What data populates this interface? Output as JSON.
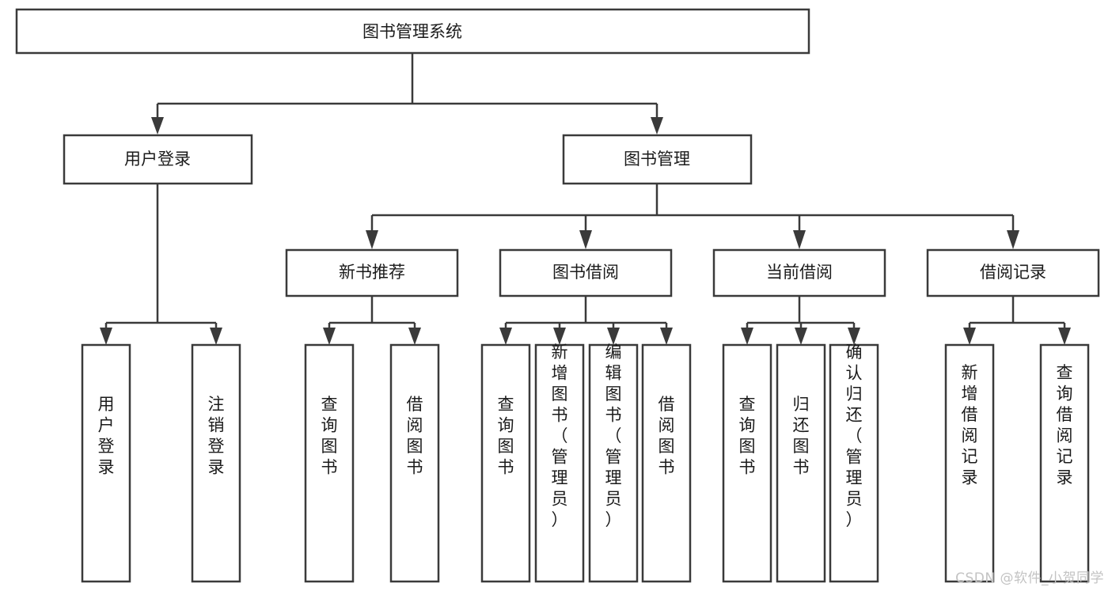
{
  "diagram": {
    "title": "图书管理系统",
    "type": "tree-hierarchy-chart",
    "colors": {
      "box_stroke": "#3a3a3a",
      "box_fill": "#ffffff",
      "text": "#1b1b1b",
      "watermark": "#c3c3c3"
    },
    "root": {
      "id": "root",
      "label": "图书管理系统",
      "orientation": "horizontal"
    },
    "level2": [
      {
        "id": "user-login",
        "label": "用户登录",
        "orientation": "horizontal"
      },
      {
        "id": "book-management",
        "label": "图书管理",
        "orientation": "horizontal"
      }
    ],
    "level3": [
      {
        "id": "new-book-recommend",
        "label": "新书推荐",
        "orientation": "horizontal",
        "parent": "book-management"
      },
      {
        "id": "book-borrow",
        "label": "图书借阅",
        "orientation": "horizontal",
        "parent": "book-management"
      },
      {
        "id": "current-borrow",
        "label": "当前借阅",
        "orientation": "horizontal",
        "parent": "book-management"
      },
      {
        "id": "borrow-record",
        "label": "借阅记录",
        "orientation": "horizontal",
        "parent": "book-management"
      }
    ],
    "leaves": [
      {
        "id": "leaf-user-login",
        "label": "用户登录",
        "orientation": "vertical",
        "parent": "user-login"
      },
      {
        "id": "leaf-user-logout",
        "label": "注销登录",
        "orientation": "vertical",
        "parent": "user-login"
      },
      {
        "id": "leaf-query-book-1",
        "label": "查询图书",
        "orientation": "vertical",
        "parent": "new-book-recommend"
      },
      {
        "id": "leaf-borrow-book-1",
        "label": "借阅图书",
        "orientation": "vertical",
        "parent": "new-book-recommend"
      },
      {
        "id": "leaf-query-book-2",
        "label": "查询图书",
        "orientation": "vertical",
        "parent": "book-borrow"
      },
      {
        "id": "leaf-add-book",
        "label": "新增图书（管理员）",
        "orientation": "vertical",
        "parent": "book-borrow"
      },
      {
        "id": "leaf-edit-book",
        "label": "编辑图书（管理员）",
        "orientation": "vertical",
        "parent": "book-borrow"
      },
      {
        "id": "leaf-borrow-book-2",
        "label": "借阅图书",
        "orientation": "vertical",
        "parent": "book-borrow"
      },
      {
        "id": "leaf-query-book-3",
        "label": "查询图书",
        "orientation": "vertical",
        "parent": "current-borrow"
      },
      {
        "id": "leaf-return-book",
        "label": "归还图书",
        "orientation": "vertical",
        "parent": "current-borrow"
      },
      {
        "id": "leaf-confirm-return",
        "label": "确认归还（管理员）",
        "orientation": "vertical",
        "parent": "current-borrow"
      },
      {
        "id": "leaf-add-record",
        "label": "新增借阅记录",
        "orientation": "vertical",
        "parent": "borrow-record"
      },
      {
        "id": "leaf-query-record",
        "label": "查询借阅记录",
        "orientation": "vertical",
        "parent": "borrow-record"
      }
    ],
    "watermark": "CSDN @软件_小贺同学"
  }
}
